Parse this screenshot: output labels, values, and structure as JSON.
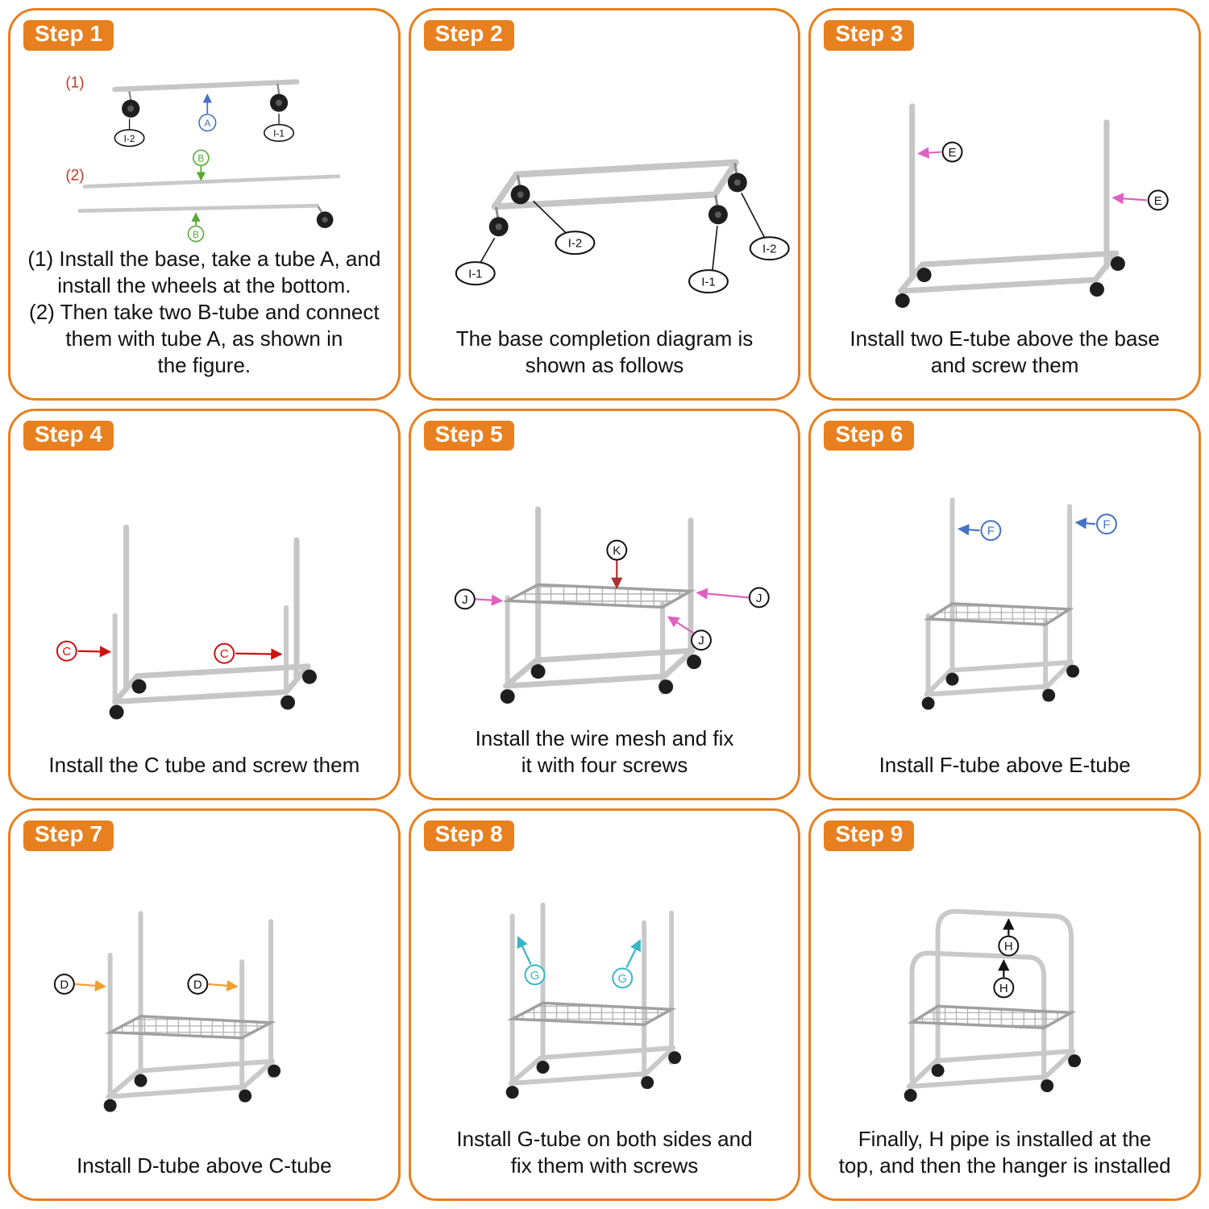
{
  "palette": {
    "accent_orange": "#e8801f",
    "caption_text": "#111111",
    "part_number_red": "#c0392b",
    "label_blue": "#4472c4",
    "label_green": "#55aa33",
    "label_red": "#cc1111",
    "label_magenta": "#e060c0",
    "label_orange_arrow": "#f0a030",
    "label_cyan": "#35b6c9",
    "label_dark_red": "#aa3333",
    "label_black": "#111111",
    "tube_gray": "#c6c6c6",
    "wheel_black": "#1e1e1e"
  },
  "steps": [
    {
      "badge": "Step 1",
      "caption": "(1) Install the base, take a tube A, and\ninstall the wheels at the bottom.\n(2) Then take two B-tube and connect\nthem with tube A, as shown in\nthe figure.",
      "labels": {
        "part1": "(1)",
        "part2": "(2)",
        "tube_a": "A",
        "tube_b_top": "B",
        "tube_b_bottom": "B",
        "wheel_left": "I-2",
        "wheel_right": "I-1"
      }
    },
    {
      "badge": "Step 2",
      "caption": "The base completion diagram is\nshown as follows",
      "labels": {
        "front_left": "I-1",
        "back_left": "I-2",
        "front_right": "I-1",
        "back_right": "I-2"
      }
    },
    {
      "badge": "Step 3",
      "caption": "Install two E-tube above the base\nand screw them",
      "labels": {
        "left": "E",
        "right": "E"
      }
    },
    {
      "badge": "Step 4",
      "caption": "Install the C tube and screw them",
      "labels": {
        "left": "C",
        "right": "C"
      }
    },
    {
      "badge": "Step 5",
      "caption": "Install the wire mesh and fix\nit with four screws",
      "labels": {
        "mesh": "K",
        "left": "J",
        "right": "J",
        "front": "J"
      }
    },
    {
      "badge": "Step 6",
      "caption": "Install F-tube above E-tube",
      "labels": {
        "left": "F",
        "right": "F"
      }
    },
    {
      "badge": "Step 7",
      "caption": "Install D-tube above C-tube",
      "labels": {
        "left": "D",
        "right": "D"
      }
    },
    {
      "badge": "Step 8",
      "caption": "Install G-tube on both sides and\nfix them with screws",
      "labels": {
        "left": "G",
        "right": "G"
      }
    },
    {
      "badge": "Step 9",
      "caption": "Finally, H pipe is installed at the\ntop, and then the hanger is installed",
      "labels": {
        "top": "H",
        "middle": "H"
      }
    }
  ]
}
